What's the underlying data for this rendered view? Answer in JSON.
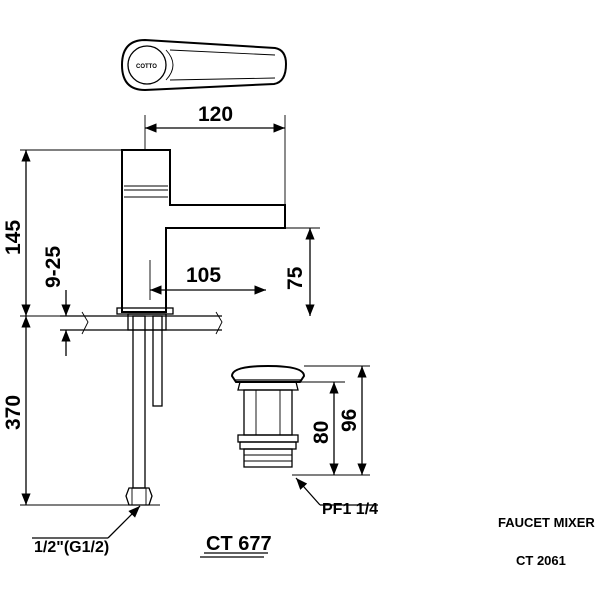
{
  "dimensions": {
    "spout_reach": "120",
    "body_height": "145",
    "deck_thickness": "9-25",
    "spout_to_deck": "105",
    "spout_height": "75",
    "hose_length": "370",
    "waste_height": "80",
    "waste_overall_height": "96"
  },
  "labels": {
    "hose_connection": "1/2\"(G1/2)",
    "waste_thread": "PF1 1/4",
    "waste_code": "CT 677",
    "product_name": "FAUCET MIXER",
    "product_code": "CT 2061"
  }
}
